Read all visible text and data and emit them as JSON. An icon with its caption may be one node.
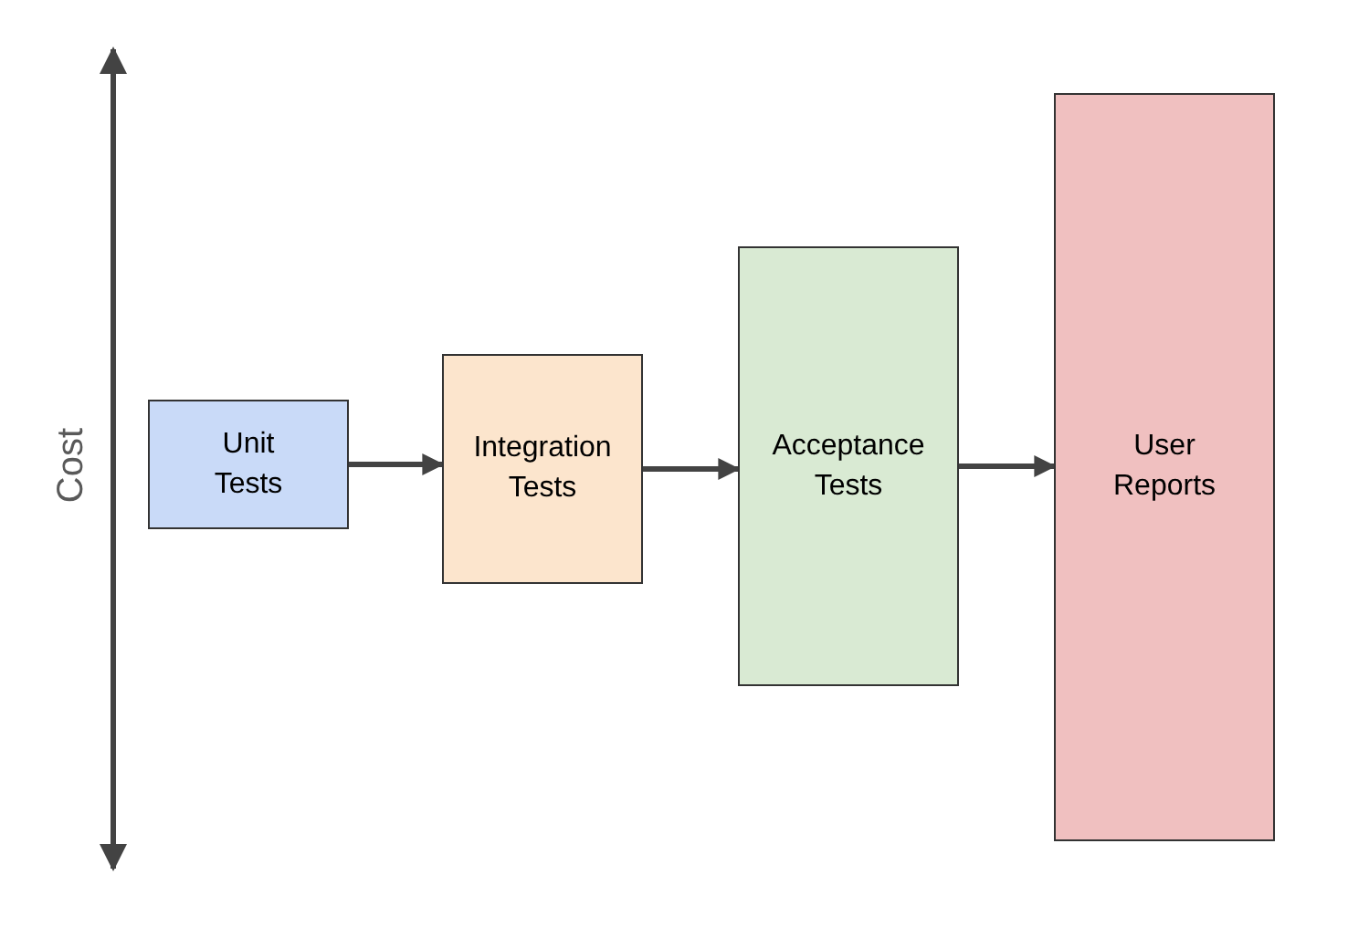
{
  "diagram": {
    "nodes": [
      {
        "text": [
          "Unit Tests"
        ]
      },
      {
        "text": [
          "Integration Tests"
        ]
      },
      {
        "text": [
          "Acceptance Tests"
        ]
      },
      {
        "text": [
          "User Reports"
        ]
      }
    ],
    "edges": [
      {
        "from": 0,
        "to": 1,
        "arrow": "to"
      },
      {
        "from": 1,
        "to": 2,
        "arrow": "to"
      },
      {
        "from": 2,
        "to": 3,
        "arrow": "to"
      }
    ],
    "labels": [
      "Cost"
    ]
  }
}
